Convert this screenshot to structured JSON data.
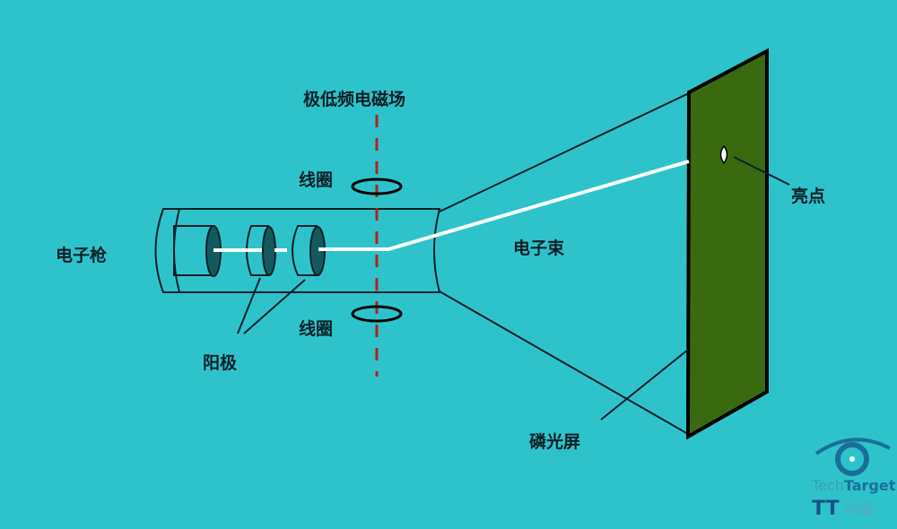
{
  "labels": {
    "field": "极低频电磁场",
    "coil_top": "线圈",
    "coil_bottom": "线圈",
    "gun": "电子枪",
    "anode": "阳极",
    "beam": "电子束",
    "spot": "亮点",
    "screen": "磷光屏"
  },
  "logo": {
    "tech": "Tech",
    "target": "Target",
    "tt": "TT",
    "cn": "中国"
  },
  "colors": {
    "background": "#2ec3cb",
    "screen": "#3a6a10",
    "field_line": "#b02020",
    "beam": "#ffffff",
    "electrode": "#125a5e"
  }
}
